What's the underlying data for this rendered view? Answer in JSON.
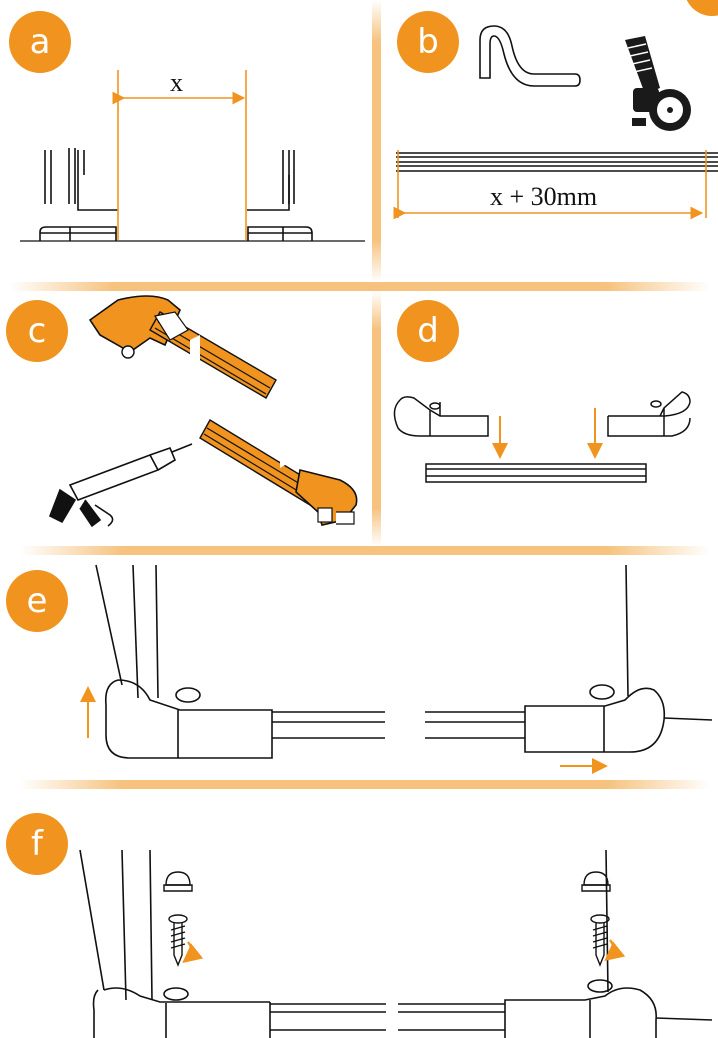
{
  "steps": [
    {
      "id": "a",
      "label": "a"
    },
    {
      "id": "b",
      "label": "b"
    },
    {
      "id": "c",
      "label": "c"
    },
    {
      "id": "d",
      "label": "d"
    },
    {
      "id": "e",
      "label": "e"
    },
    {
      "id": "f",
      "label": "f"
    }
  ],
  "dimensions": {
    "gap": "x",
    "cut_length": "x + 30mm"
  },
  "colors": {
    "accent": "#f0941f",
    "line": "#111111",
    "separator": "#f6c27d"
  },
  "icons": [
    "bent-rail-icon",
    "angle-grinder-icon",
    "caulk-gun-icon",
    "screw-icon",
    "cover-cap-icon",
    "down-arrow-icon",
    "up-arrow-icon",
    "right-arrow-icon",
    "rotation-arrow-icon"
  ]
}
